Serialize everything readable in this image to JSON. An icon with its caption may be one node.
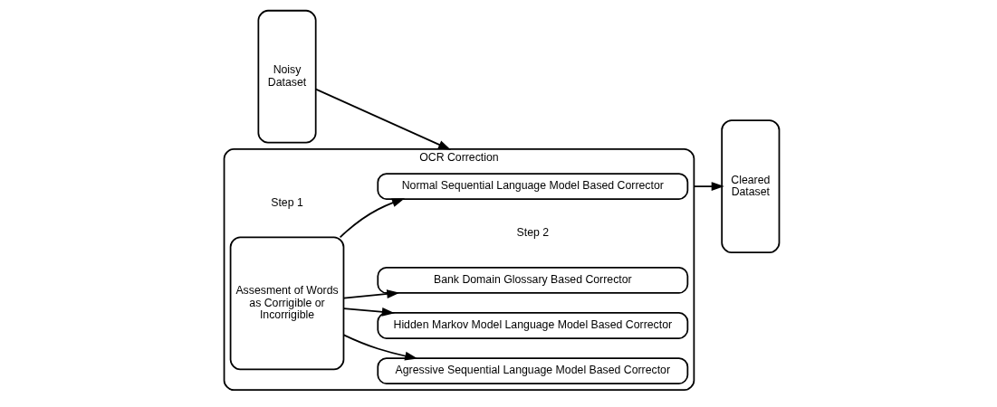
{
  "diagram": {
    "nodes": [
      {
        "text": [
          "Noisy Dataset"
        ]
      },
      {
        "text": [
          "OCR Correction"
        ]
      },
      {
        "text": [
          "Assesment of Words as Corrigible or Incorrigible"
        ],
        "in": 1
      },
      {
        "text": [
          "Bank Domain Glossary Based Corrector"
        ],
        "in": 1
      },
      {
        "text": [
          "Normal Sequential Language Model Based Corrector"
        ],
        "in": 1
      },
      {
        "text": [
          "Agressive Sequential Language Model Based Corrector"
        ],
        "in": 1
      },
      {
        "text": [
          "Hidden Markov Model Language Model Based Corrector"
        ],
        "in": 1
      },
      {
        "text": [
          "Cleared Dataset"
        ]
      }
    ],
    "edges": [
      {
        "from": 0,
        "to": 1,
        "arrow": "to"
      },
      {
        "from": 2,
        "to": 3,
        "arrow": "to"
      },
      {
        "from": 2,
        "to": 4,
        "arrow": "to"
      },
      {
        "from": 2,
        "to": 5,
        "arrow": "to"
      },
      {
        "from": 2,
        "to": 6,
        "arrow": "to"
      },
      {
        "from": 1,
        "to": 7,
        "arrow": "to"
      }
    ],
    "labels": [
      "Step 1",
      "Step 2"
    ]
  }
}
